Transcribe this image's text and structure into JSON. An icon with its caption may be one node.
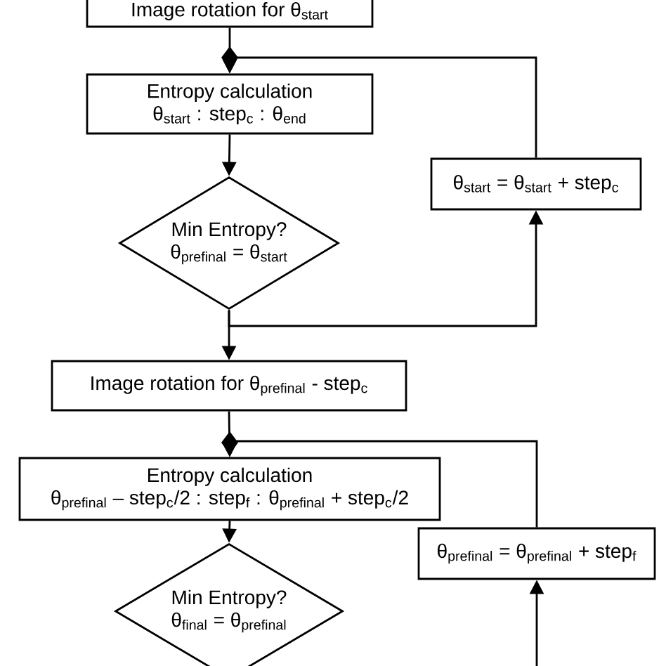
{
  "diagram": {
    "nodes": [
      {
        "text": [
          "Image rotation for θ$_{start}$"
        ]
      },
      {
        "text": [
          "Entropy calculation",
          "θ$_{start}$ : step$_{c}$ : θ$_{end}$"
        ]
      },
      {
        "text": [
          "Min Entropy?",
          "θ$_{prefinal}$ = θ$_{start}$"
        ]
      },
      {
        "text": [
          "θ$_{start}$ = θ$_{start}$ + step$_{c}$"
        ]
      },
      {
        "text": [
          "Image rotation for θ$_{prefinal}$ - step$_{c}$"
        ]
      },
      {
        "text": [
          "Entropy calculation",
          "θ$_{prefinal}$ – step$_{c}$/2 : step$_{f}$ : θ$_{prefinal}$ + step$_{c}$/2"
        ]
      },
      {
        "text": [
          "Min Entropy?",
          "θ$_{final}$ = θ$_{prefinal}$"
        ]
      },
      {
        "text": [
          "θ$_{prefinal}$ = θ$_{prefinal}$ + step$_{f}$"
        ]
      }
    ],
    "edges": [
      {
        "from": 0,
        "to": 1,
        "arrow": "to"
      },
      {
        "from": 3,
        "to": 1,
        "arrow": "to"
      },
      {
        "from": 1,
        "to": 2,
        "arrow": "to"
      },
      {
        "from": 2,
        "to": 3,
        "arrow": "to"
      },
      {
        "from": 2,
        "to": 4,
        "arrow": "to"
      },
      {
        "from": 4,
        "to": 5,
        "arrow": "to"
      },
      {
        "from": 7,
        "to": 5,
        "arrow": "to"
      },
      {
        "from": 5,
        "to": 6,
        "arrow": "to"
      },
      {
        "from": null,
        "to": 7,
        "arrow": "to"
      }
    ]
  }
}
